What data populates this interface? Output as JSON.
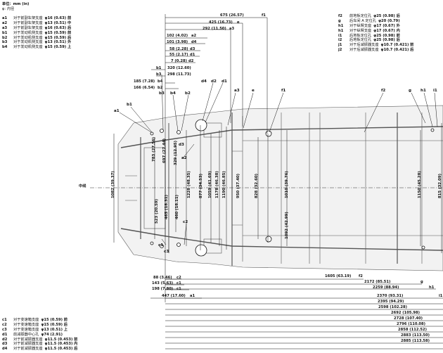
{
  "header": {
    "unit": "单位：mm (in)",
    "phi_note": "φ: 内径"
  },
  "legend_top_left": [
    {
      "code": "a1",
      "desc": "对于前副车架支座",
      "value": "φ16 (0.63) 前"
    },
    {
      "code": "a2",
      "desc": "对于前副车架支座",
      "value": "φ13 (0.51) 中"
    },
    {
      "code": "a3",
      "desc": "对于前副车架支座",
      "value": "φ16 (0.63) 后"
    },
    {
      "code": "b1",
      "desc": "对于发动机侧支座",
      "value": "φ15 (0.59) 前"
    },
    {
      "code": "b2",
      "desc": "对于发动机侧支座",
      "value": "φ15 (0.59) 后"
    },
    {
      "code": "b3",
      "desc": "对于发动机侧支座",
      "value": "φ13 (0.51) 外"
    },
    {
      "code": "b4",
      "desc": "对于发动机侧支座",
      "value": "φ15 (0.59) 上"
    }
  ],
  "legend_top_right": [
    {
      "code": "f2",
      "desc": "前地板定位孔",
      "value": "φ25 (0.98) 后"
    },
    {
      "code": "g",
      "desc": "后车间 A 定位孔",
      "value": "φ20 (0.79)"
    },
    {
      "code": "h1",
      "desc": "对于纵臂支座",
      "value": "φ17 (0.67) 外"
    },
    {
      "code": "h1",
      "desc": "对于纵臂支座",
      "value": "φ17 (0.67) 内"
    },
    {
      "code": "i1",
      "desc": "后地板定位孔",
      "value": "φ25 (0.98) 前"
    },
    {
      "code": "i2",
      "desc": "后地板定位孔",
      "value": "φ25 (0.98) 后"
    },
    {
      "code": "j1",
      "desc": "对于后减振器支座",
      "value": "φ10.7 (0.421) 前"
    },
    {
      "code": "j2",
      "desc": "对于后减振器支座",
      "value": "φ10.7 (0.421) 后"
    }
  ],
  "legend_bottom_left": [
    {
      "code": "c1",
      "desc": "对于变速箱支座",
      "value": "φ15 (0.59) 前"
    },
    {
      "code": "c2",
      "desc": "对于变速箱支座",
      "value": "φ15 (0.59) 后"
    },
    {
      "code": "c3",
      "desc": "对于变速箱支座",
      "value": "φ13 (0.51) 上"
    },
    {
      "code": "d1",
      "desc": "前减振器中心孔",
      "value": "φ74 (2.91)"
    },
    {
      "code": "d2",
      "desc": "对于前减振器支座",
      "value": "φ11.5 (0.453) 前"
    },
    {
      "code": "d3",
      "desc": "对于前减振器支座",
      "value": "φ11.5 (0.453) 内"
    },
    {
      "code": "d4",
      "desc": "对于前减振器支座",
      "value": "φ11.5 (0.453) 后"
    }
  ],
  "centerline_label": "中线",
  "top_dims": [
    {
      "value": "675 (26.57)",
      "ref": "f1"
    },
    {
      "value": "425 (16.73)",
      "ref": "e"
    },
    {
      "value": "292 (11.50)",
      "ref": "a3"
    },
    {
      "value": "102 (4.02)",
      "ref": "a2"
    },
    {
      "value": "101 (3.98)",
      "ref": "d4"
    },
    {
      "value": "58 (2.28)",
      "ref": "d3"
    },
    {
      "value": "55 (2.17)",
      "ref": "d1"
    },
    {
      "value": "7 (0.28)",
      "ref": "d2"
    },
    {
      "value": "320 (12.60)",
      "ref": "b1"
    },
    {
      "value": "298 (11.73)",
      "ref": "b3"
    },
    {
      "value": "185 (7.28)",
      "ref": "b4"
    },
    {
      "value": "166 (6.54)",
      "ref": "b2"
    }
  ],
  "bottom_dims": [
    {
      "value": "88 (3.46)",
      "ref": "c2"
    },
    {
      "value": "143 (5.63)",
      "ref": "c1"
    },
    {
      "value": "198 (7.80)",
      "ref": "c1"
    },
    {
      "value": "447 (17.60)",
      "ref": "a1"
    },
    {
      "value": "1605 (63.19)",
      "ref": "f2"
    },
    {
      "value": "2172 (85.51)",
      "ref": "g"
    },
    {
      "value": "2259 (88.94)",
      "ref": "h1"
    },
    {
      "value": "2370 (93.31)",
      "ref": "i1"
    },
    {
      "value": "2395 (94.29)",
      "ref": ""
    },
    {
      "value": "2598 (102.28)",
      "ref": ""
    },
    {
      "value": "2692 (105.98)",
      "ref": ""
    },
    {
      "value": "2728 (107.40)",
      "ref": ""
    },
    {
      "value": "2796 (110.08)",
      "ref": ""
    },
    {
      "value": "2858 (112.52)",
      "ref": ""
    },
    {
      "value": "2883 (113.50)",
      "ref": ""
    },
    {
      "value": "2885 (113.58)",
      "ref": ""
    }
  ],
  "vertical_dims": {
    "left_outer": "1082 (39.37)",
    "a": "783 (27.56)",
    "b": "697 (27.44)",
    "c": "523 (20.59)",
    "d": "465 (18.31)",
    "e": "460 (18.11)",
    "f": "329 (12.95)",
    "g": "1228 (48.35)",
    "h": "877 (34.53)",
    "i": "1059 (41.69)",
    "j": "1178 (46.38)",
    "k": "1190 (46.85)",
    "l": "950 (37.40)",
    "m": "1010 (39.76)",
    "n": "828 (32.60)",
    "o": "1092 (42.99)",
    "p": "1150 (45.28)",
    "q": "815 (32.09)"
  },
  "point_labels": [
    "a1",
    "a2",
    "a3",
    "b1",
    "b2",
    "b3",
    "b4",
    "c1",
    "c2",
    "c3",
    "d1",
    "d2",
    "d3",
    "d4",
    "e",
    "f1",
    "f2",
    "g",
    "h1",
    "i1"
  ]
}
